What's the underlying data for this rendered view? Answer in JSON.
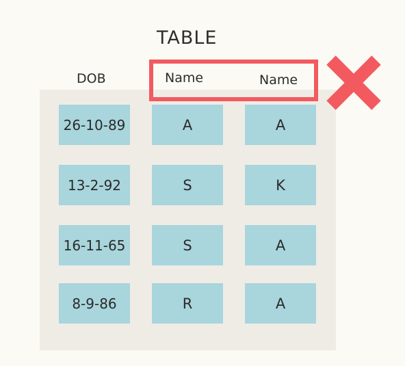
{
  "title": "TABLE",
  "columns": [
    "DOB",
    "Name",
    "Name"
  ],
  "rows": [
    [
      "26-10-89",
      "A",
      "A"
    ],
    [
      "13-2-92",
      "S",
      "K"
    ],
    [
      "16-11-65",
      "S",
      "A"
    ],
    [
      "8-9-86",
      "R",
      "A"
    ]
  ],
  "colors": {
    "background": "#fcfaf4",
    "table_background": "#efece6",
    "cell": "#a9d5dc",
    "highlight": "#f25a5f"
  },
  "icons": {
    "cross": "cross-icon"
  }
}
